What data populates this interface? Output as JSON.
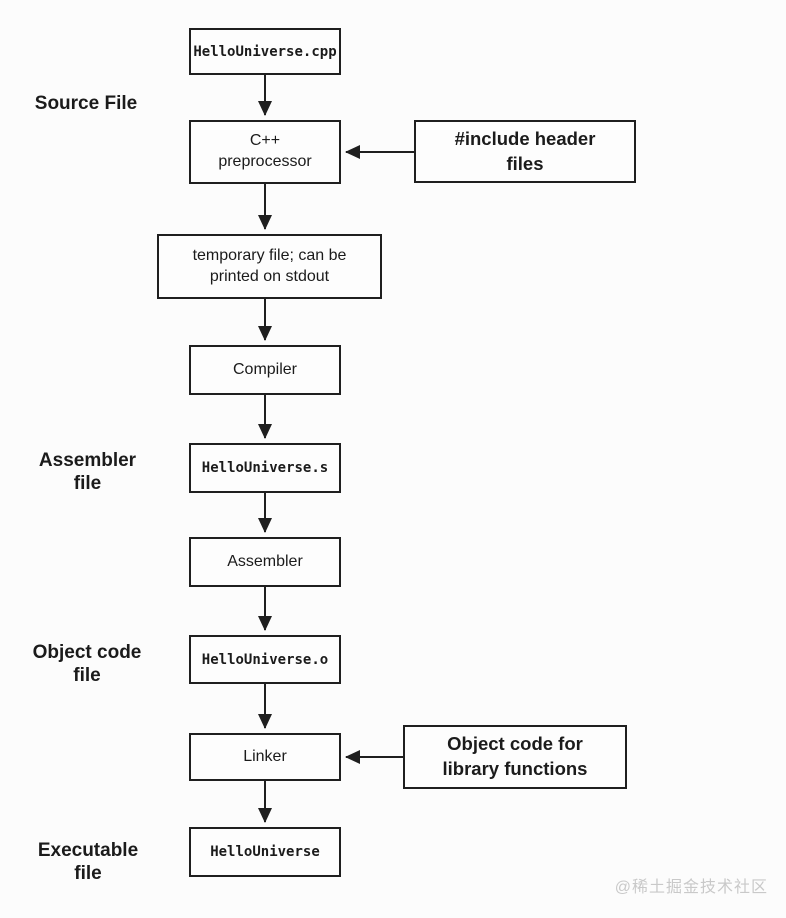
{
  "flowchart": {
    "nodes": {
      "cpp_file": "HelloUniverse.cpp",
      "preprocessor": "C++\npreprocessor",
      "include_headers": "#include header\nfiles",
      "temp_file": "temporary file; can be\nprinted on stdout",
      "compiler": "Compiler",
      "asm_file": "HelloUniverse.s",
      "assembler": "Assembler",
      "obj_file": "HelloUniverse.o",
      "linker": "Linker",
      "lib_objects": "Object code for\nlibrary functions",
      "exe_file": "HelloUniverse"
    },
    "stage_labels": {
      "source": "Source File",
      "assembler_file": "Assembler\nfile",
      "object_code_file": "Object code\nfile",
      "executable_file": "Executable\nfile"
    }
  },
  "watermark": "@稀土掘金技术社区",
  "colors": {
    "line": "#1f1f1f",
    "box_background": "#fdfdfd",
    "page_background": "#fcfcfc",
    "watermark_text": "#c9c9c9"
  }
}
